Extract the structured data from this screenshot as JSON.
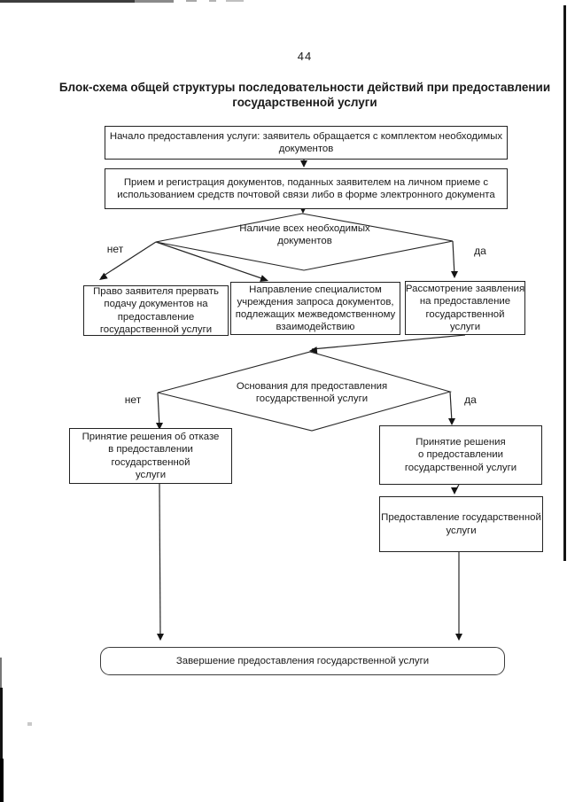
{
  "page": {
    "number": "44"
  },
  "title": {
    "line1": "Блок-схема общей структуры последовательности действий при предоставлении",
    "line2": "государственной услуги"
  },
  "flowchart": {
    "start": {
      "lines": [
        "Начало предоставления услуги: заявитель обращается с комплектом необходимых",
        "документов"
      ]
    },
    "reception": {
      "lines": [
        "Прием и регистрация документов, поданных заявителем на личном приеме с",
        "использованием средств почтовой связи либо в форме электронного документа"
      ]
    },
    "decision_documents": {
      "lines": [
        "Наличие всех необходимых",
        "документов"
      ],
      "no_label": "нет",
      "yes_label": "да"
    },
    "interrupt": {
      "lines": [
        "Право заявителя прервать",
        "подачу документов на",
        "предоставление",
        "государственной услуги"
      ]
    },
    "request": {
      "lines": [
        "Направление специалистом",
        "учреждения запроса документов,",
        "подлежащих межведомственному",
        "взаимодействию"
      ]
    },
    "review": {
      "lines": [
        "Рассмотрение заявления",
        "на предоставление",
        "государственной",
        "услуги"
      ]
    },
    "decision_grounds": {
      "lines": [
        "Основания для предоставления",
        "государственной услуги"
      ],
      "no_label": "нет",
      "yes_label": "да"
    },
    "refuse": {
      "lines": [
        "Принятие решения об отказе",
        "в предоставлении",
        "государственной",
        "услуги"
      ]
    },
    "grant": {
      "lines": [
        "Принятие решения",
        "о предоставлении",
        "государственной услуги"
      ]
    },
    "provide": {
      "lines": [
        "Предоставление государственной",
        "услуги"
      ]
    },
    "end": {
      "lines": [
        "Завершение предоставления государственной услуги"
      ]
    }
  },
  "colors": {
    "ink": "#1a1a1a",
    "background": "#ffffff"
  }
}
